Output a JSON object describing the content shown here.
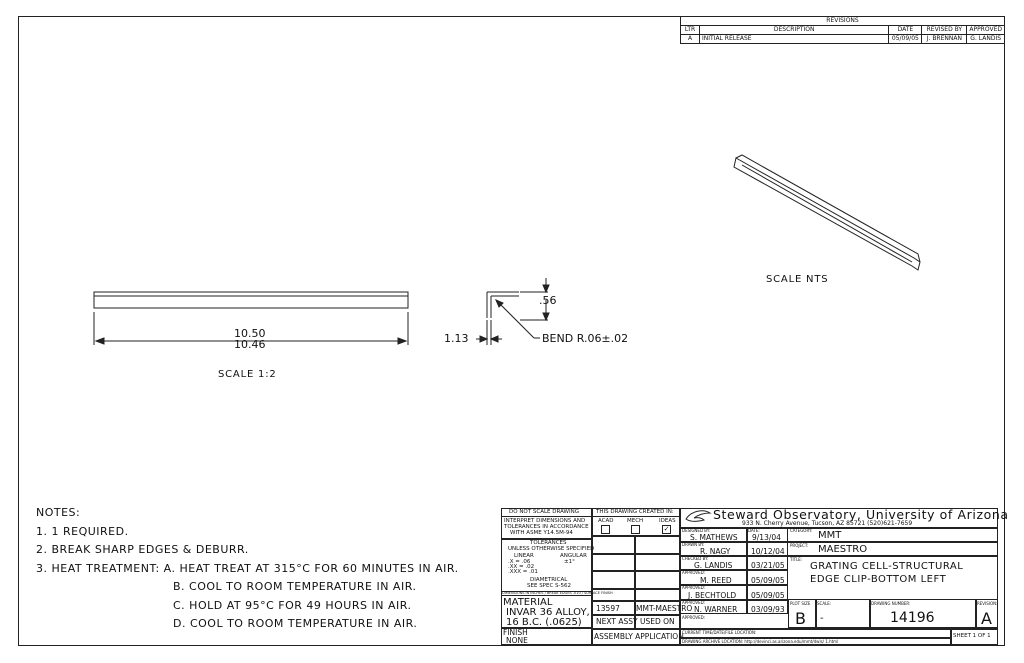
{
  "revisions": {
    "title": "REVISIONS",
    "headers": [
      "LTR",
      "DESCRIPTION",
      "DATE",
      "REVISED BY",
      "APPROVED"
    ],
    "rows": [
      [
        "A",
        "INITIAL RELEASE",
        "05/09/05",
        "J. BRENNAN",
        "G. LANDIS"
      ]
    ]
  },
  "views": {
    "iso_scale": "SCALE NTS",
    "front_scale": "SCALE 1:2",
    "length_max": "10.50",
    "length_min": "10.46",
    "height_dim": ".56",
    "width_dim": "1.13",
    "bend_note": "BEND R.06±.02"
  },
  "notes": {
    "title": "NOTES:",
    "items": [
      "1. 1 REQUIRED.",
      "2. BREAK SHARP EDGES & DEBURR.",
      "3. HEAT TREATMENT: A. HEAT TREAT AT 315°C FOR 60 MINUTES IN AIR.",
      "B. COOL TO ROOM TEMPERATURE IN AIR.",
      "C. HOLD AT 95°C FOR 49 HOURS IN AIR.",
      "D. COOL TO ROOM TEMPERATURE IN AIR."
    ]
  },
  "title_block": {
    "do_not_scale": "DO NOT SCALE DRAWING",
    "interpret_1": "INTERPRET DIMENSIONS AND",
    "interpret_2": "TOLERANCES IN ACCORDANCE",
    "interpret_3": "WITH ASME Y14.5M-94",
    "tolerances": "TOLERANCES",
    "unless": "UNLESS OTHERWISE SPECIFIED",
    "linear": "LINEAR",
    "angular": "ANGULAR",
    "tol_x": ".X   = .06",
    "tol_xx": ".XX  = .02",
    "tol_xxx": ".XXX = .01",
    "tol_ang": "±1°",
    "diametrical": "DIAMETRICAL",
    "see_spec": "SEE SPEC S-562",
    "breaks": "DIMENSIONS IN INCHES / BREAK EDGES .010 / SURFACE FINISH",
    "created_in": "THIS DRAWING CREATED IN:",
    "cad": [
      "ACAD",
      "MECH",
      "IDEAS"
    ],
    "cad_checked": "✓",
    "material_label": "MATERIAL",
    "material_1": "INVAR 36 ALLOY,",
    "material_2": "16 B.C. (.0625)",
    "finish_label": "FINISH",
    "finish_value": "NONE",
    "assy_num": "13597",
    "assy_name": "MMT-MAESTRO",
    "next_assy": "NEXT ASSY",
    "used_on": "USED ON",
    "assembly_app": "ASSEMBLY APPLICATION",
    "org": "Steward Observatory, University of Arizona",
    "address": "933 N. Cherry Avenue, Tucson, AZ  85721  (520)621-7659",
    "designed_by_label": "DESIGNED BY:",
    "designed_by": "S. MATHEWS",
    "date_label": "DATE:",
    "designed_date": "9/13/04",
    "drawn_by_label": "DRAWN BY:",
    "drawn_by": "R. NAGY",
    "drawn_date": "10/12/04",
    "checked_by_label": "CHECKED BY:",
    "checked_by": "G. LANDIS",
    "checked_date": "03/21/05",
    "approved_label": "APPROVED:",
    "approved1": "M. REED",
    "approved1_date": "05/09/05",
    "approved2": "J. BECHTOLD",
    "approved2_date": "05/09/05",
    "approved3": "N. WARNER",
    "approved3_date": "03/09/93",
    "category_label": "CATEGORY:",
    "category": "MMT",
    "project_label": "PROJECT:",
    "project": "MAESTRO",
    "title_label": "TITLE:",
    "title_1": "GRATING CELL-STRUCTURAL",
    "title_2": "EDGE CLIP-BOTTOM LEFT",
    "plot_size_label": "PLOT SIZE",
    "plot_size": "B",
    "scale_label": "SCALE:",
    "scale": "-",
    "dwg_no_label": "DRAWING NUMBER:",
    "dwg_no": "14196",
    "revision_label": "REVISION:",
    "revision": "A",
    "current_time": "CURRENT TIME/DATE/FILE LOCATION:",
    "archive": "DRAWING ARCHIVE LOCATION: http://devinci.as.arizona.edu/mmt/dwls/ 1.html",
    "sheet": "SHEET 1 OF 1"
  }
}
